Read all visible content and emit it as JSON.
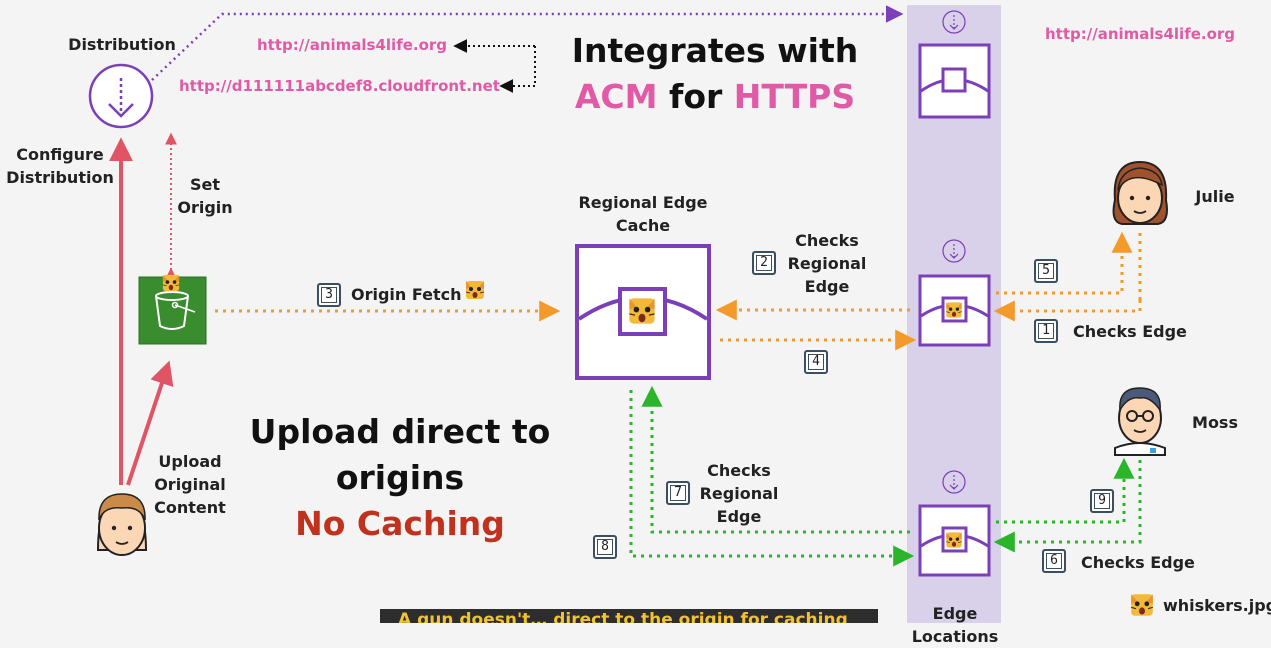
{
  "labels": {
    "distribution": "Distribution",
    "configure_distribution": "Configure\nDistribution",
    "set_origin": "Set\nOrigin",
    "upload_original_content": "Upload\nOriginal\nContent",
    "regional_edge_cache": "Regional Edge\nCache",
    "origin_fetch": "Origin Fetch",
    "checks_regional_edge_top": "Checks\nRegional\nEdge",
    "checks_regional_edge_bottom": "Checks\nRegional\nEdge",
    "checks_edge_top": "Checks Edge",
    "checks_edge_bottom": "Checks Edge",
    "edge_locations": "Edge Locations",
    "julie": "Julie",
    "moss": "Moss",
    "whiskers": "whiskers.jpg"
  },
  "urls": {
    "animals_left": "http://animals4life.org",
    "cloudfront": "http://d111111abcdef8.cloudfront.net",
    "animals_right": "http://animals4life.org"
  },
  "headline": {
    "line1": "Integrates with",
    "acm": "ACM",
    "for": " for ",
    "https": "HTTPS"
  },
  "upload_text": {
    "line1": "Upload direct to",
    "line2": "origins",
    "line3": "No Caching"
  },
  "steps": {
    "s1": "1",
    "s2": "2",
    "s3": "3",
    "s4": "4",
    "s5": "5",
    "s6": "6",
    "s7": "7",
    "s8": "8",
    "s9": "9"
  },
  "caption": "A gun doesn't… direct to the origin for caching",
  "icons": {
    "distribution": "cloudfront-distribution-icon",
    "bucket": "s3-bucket-icon",
    "cat": "cat-emoji-icon"
  },
  "colors": {
    "purple": "#7b3fb8",
    "orange": "#f39a2b",
    "green": "#2ab52a",
    "red": "#e05566",
    "pink": "#e05aa6",
    "band": "#d9d0ea"
  }
}
